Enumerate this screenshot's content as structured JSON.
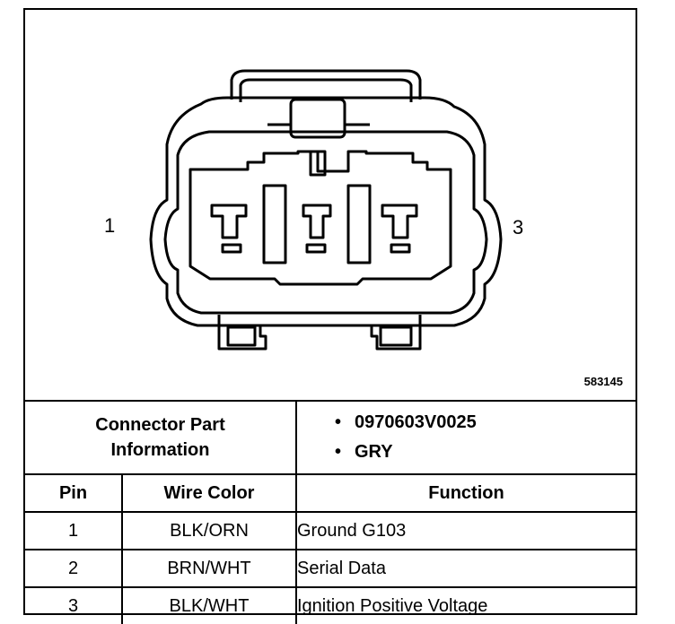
{
  "diagram": {
    "pin_left_label": "1",
    "pin_right_label": "3",
    "figure_id": "583145"
  },
  "connector_info": {
    "label_line1": "Connector Part",
    "label_line2": "Information",
    "values": [
      "0970603V0025",
      "GRY"
    ],
    "bullet": "•"
  },
  "table": {
    "headers": {
      "pin": "Pin",
      "wire_color": "Wire Color",
      "function": "Function"
    },
    "rows": [
      {
        "pin": "1",
        "wire_color": "BLK/ORN",
        "function": "Ground G103"
      },
      {
        "pin": "2",
        "wire_color": "BRN/WHT",
        "function": "Serial Data"
      },
      {
        "pin": "3",
        "wire_color": "BLK/WHT",
        "function": "Ignition Positive Voltage"
      }
    ]
  }
}
